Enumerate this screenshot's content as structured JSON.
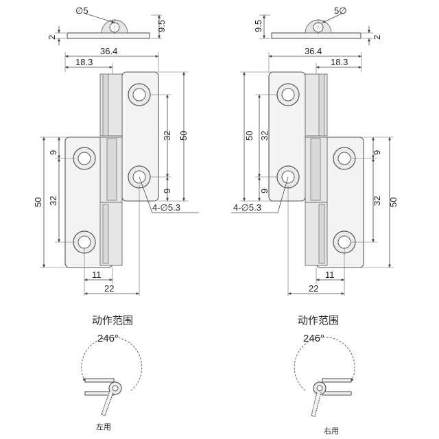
{
  "left": {
    "top_view": {
      "pin_dia": "5",
      "thickness": "2",
      "height": "9.5"
    },
    "width_overall": "36.4",
    "width_half": "18.3",
    "hole_spacing_a": "32",
    "height_a": "50",
    "offset_9_top": "9",
    "offset_9_bottom": "9",
    "height_b": "50",
    "hole_spacing_b": "32",
    "holes": "4-∅5.3",
    "bottom_11": "11",
    "bottom_22": "22",
    "motion_title": "动作范围",
    "motion_angle": "246°",
    "usage": "左用"
  },
  "right": {
    "top_view": {
      "pin_dia": "5",
      "thickness": "2",
      "height": "9.5"
    },
    "width_overall": "36.4",
    "width_half": "18.3",
    "hole_spacing_a": "32",
    "height_a": "50",
    "offset_9_top": "9",
    "offset_9_bottom": "9",
    "height_b": "50",
    "hole_spacing_b": "32",
    "holes": "4-∅5.3",
    "bottom_11": "11",
    "bottom_22": "22",
    "motion_title": "动作范围",
    "motion_angle": "246°",
    "usage": "右用"
  }
}
